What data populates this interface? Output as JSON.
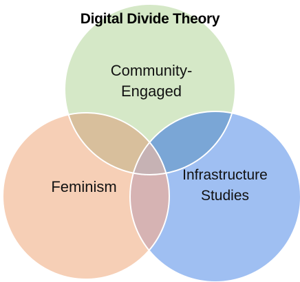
{
  "diagram": {
    "title": "Digital Divide Theory",
    "sets": [
      {
        "id": "community",
        "lines": [
          "Community-",
          "Engaged"
        ],
        "color": "#d5e8c7"
      },
      {
        "id": "feminism",
        "lines": [
          "Feminism"
        ],
        "color": "#f6cfb6"
      },
      {
        "id": "infrastructure",
        "lines": [
          "Infrastructure",
          "Studies"
        ],
        "color": "#9fbff2"
      }
    ],
    "overlap_colors": {
      "community_feminism": "#d8bf9c",
      "community_infrastructure": "#7aa6d6",
      "feminism_infrastructure": "#d6b3b3",
      "all_three": "#c6b2b4"
    },
    "edge_color": "#ffffff"
  }
}
